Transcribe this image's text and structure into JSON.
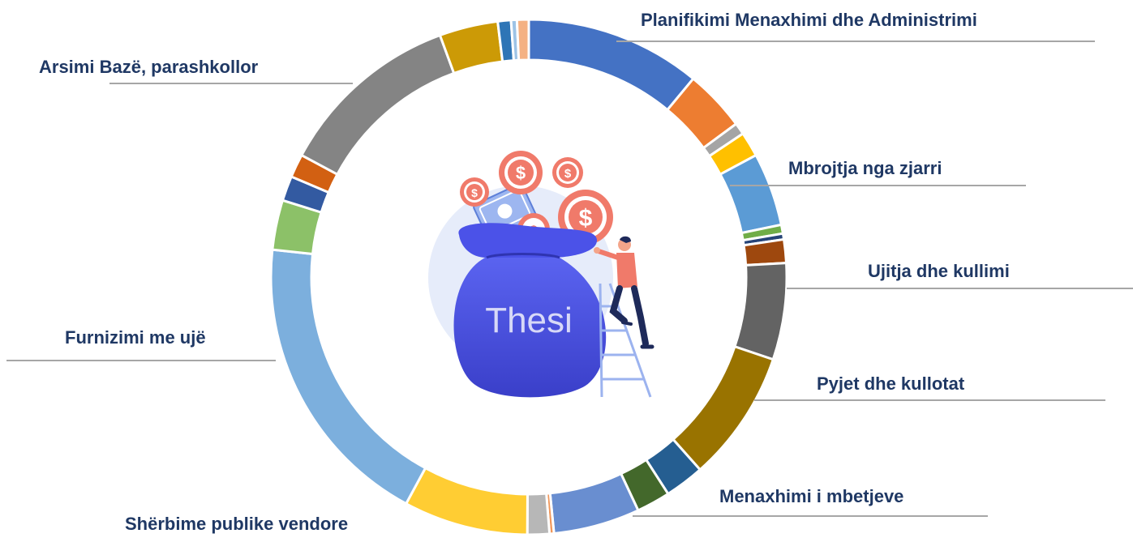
{
  "chart_data": {
    "type": "pie",
    "style": "donut",
    "center_text": "Thesi",
    "slices": [
      {
        "label": "Planifikimi Menaxhimi dhe Administrimi",
        "value": 12.0,
        "color": "#4472c4"
      },
      {
        "label": "",
        "value": 4.2,
        "color": "#ed7d31"
      },
      {
        "label": "",
        "value": 0.8,
        "color": "#a5a5a5"
      },
      {
        "label": "",
        "value": 1.7,
        "color": "#ffc000"
      },
      {
        "label": "Mbrojtja nga zjarri",
        "value": 5.0,
        "color": "#5b9bd5"
      },
      {
        "label": "",
        "value": 0.6,
        "color": "#70ad47"
      },
      {
        "label": "",
        "value": 0.4,
        "color": "#264478"
      },
      {
        "label": "",
        "value": 1.6,
        "color": "#9e480e"
      },
      {
        "label": "Ujitja dhe kullimi",
        "value": 6.6,
        "color": "#636363"
      },
      {
        "label": "Pyjet dhe kullotat",
        "value": 9.0,
        "color": "#997300"
      },
      {
        "label": "",
        "value": 2.7,
        "color": "#255e91"
      },
      {
        "label": "",
        "value": 2.3,
        "color": "#43682b"
      },
      {
        "label": "Menaxhimi i mbetjeve",
        "value": 5.9,
        "color": "#698ed0"
      },
      {
        "label": "",
        "value": 0.3,
        "color": "#f1975a"
      },
      {
        "label": "",
        "value": 1.5,
        "color": "#b7b7b7"
      },
      {
        "label": "Shërbime publike vendore",
        "value": 8.5,
        "color": "#ffcd33"
      },
      {
        "label": "Furnizimi me ujë",
        "value": 20.5,
        "color": "#7cafdd"
      },
      {
        "label": "",
        "value": 3.4,
        "color": "#8cc168"
      },
      {
        "label": "",
        "value": 1.7,
        "color": "#335aa1"
      },
      {
        "label": "",
        "value": 1.6,
        "color": "#d26012"
      },
      {
        "label": "Arsimi Bazë, parashkollor",
        "value": 12.6,
        "color": "#848484"
      },
      {
        "label": "",
        "value": 4.0,
        "color": "#cc9a06"
      },
      {
        "label": "",
        "value": 0.9,
        "color": "#2e75b6"
      },
      {
        "label": "",
        "value": 0.4,
        "color": "#9dc3e6"
      },
      {
        "label": "",
        "value": 0.8,
        "color": "#f4b183"
      }
    ]
  }
}
